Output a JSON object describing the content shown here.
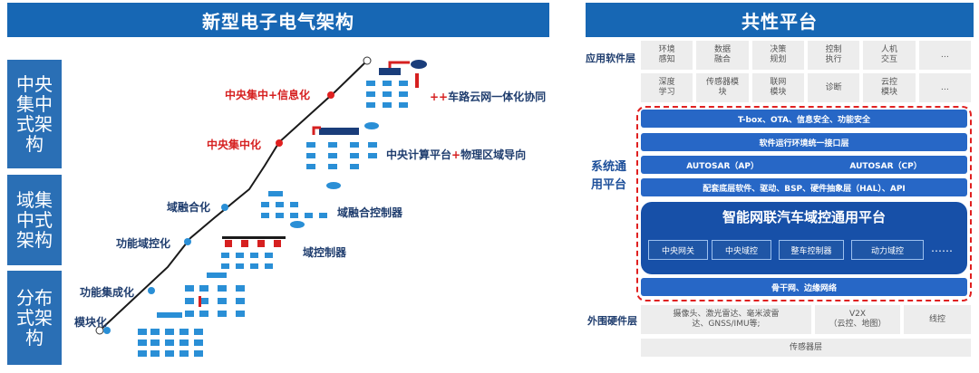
{
  "left": {
    "title": "新型电子电气架构",
    "arch_labels": [
      "中央\n集中\n式架\n构",
      "域集\n中式\n架构",
      "分布\n式架\n构"
    ],
    "stages": [
      "中央集中+信息化",
      "中央集中化",
      "域融合化",
      "功能域控化",
      "功能集成化",
      "模块化"
    ],
    "descriptions": {
      "top_plus": "++",
      "top_text": "车路云网一体化协同",
      "mid_text_a": "中央计算平台",
      "mid_plus": "+",
      "mid_text_b": "物理区域导向",
      "fusion": "域融合控制器",
      "domain": "域控制器"
    }
  },
  "right": {
    "title": "共性平台",
    "app_layer_label": "应用软件层",
    "app_row1": [
      "环境\n感知",
      "数据\n融合",
      "决策\n规划",
      "控制\n执行",
      "人机\n交互",
      "…"
    ],
    "app_row2": [
      "深度\n学习",
      "传感器模\n块",
      "联网\n模块",
      "诊断",
      "云控\n模块",
      "…"
    ],
    "system_label": "系统通\n用平台",
    "bars": [
      "T-box、OTA、信息安全、功能安全",
      "软件运行环境统一接口层",
      "AUTOSAR（AP）",
      "AUTOSAR（CP）",
      "配套底层软件、驱动、BSP、硬件抽象层（HAL）、API"
    ],
    "core_title": "智能网联汽车域控通用平台",
    "core_modules": [
      "中央网关",
      "中央域控",
      "整车控制器",
      "动力域控",
      "……"
    ],
    "network_bar": "骨干网、边缘网络",
    "peripheral_label": "外围硬件层",
    "peripheral": [
      "摄像头、激光雷达、毫米波雷\n达、GNSS/IMU等;",
      "V2X\n（云控、地图）",
      "线控"
    ],
    "bottom": "传感器层"
  }
}
